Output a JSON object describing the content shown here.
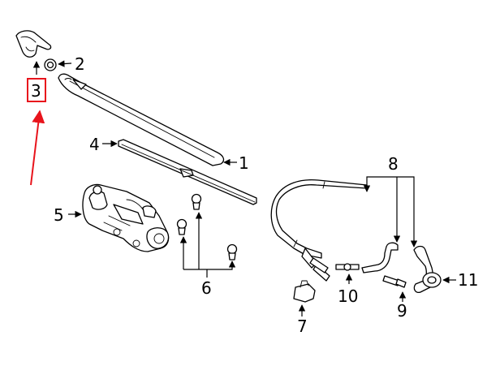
{
  "diagram": {
    "callouts": [
      {
        "id": "1",
        "label": "1"
      },
      {
        "id": "2",
        "label": "2"
      },
      {
        "id": "3",
        "label": "3"
      },
      {
        "id": "4",
        "label": "4"
      },
      {
        "id": "5",
        "label": "5"
      },
      {
        "id": "6",
        "label": "6"
      },
      {
        "id": "7",
        "label": "7"
      },
      {
        "id": "8",
        "label": "8"
      },
      {
        "id": "9",
        "label": "9"
      },
      {
        "id": "10",
        "label": "10"
      },
      {
        "id": "11",
        "label": "11"
      }
    ],
    "highlight": {
      "target": "3",
      "color": "#e8141c"
    },
    "line_color": "#000000"
  }
}
